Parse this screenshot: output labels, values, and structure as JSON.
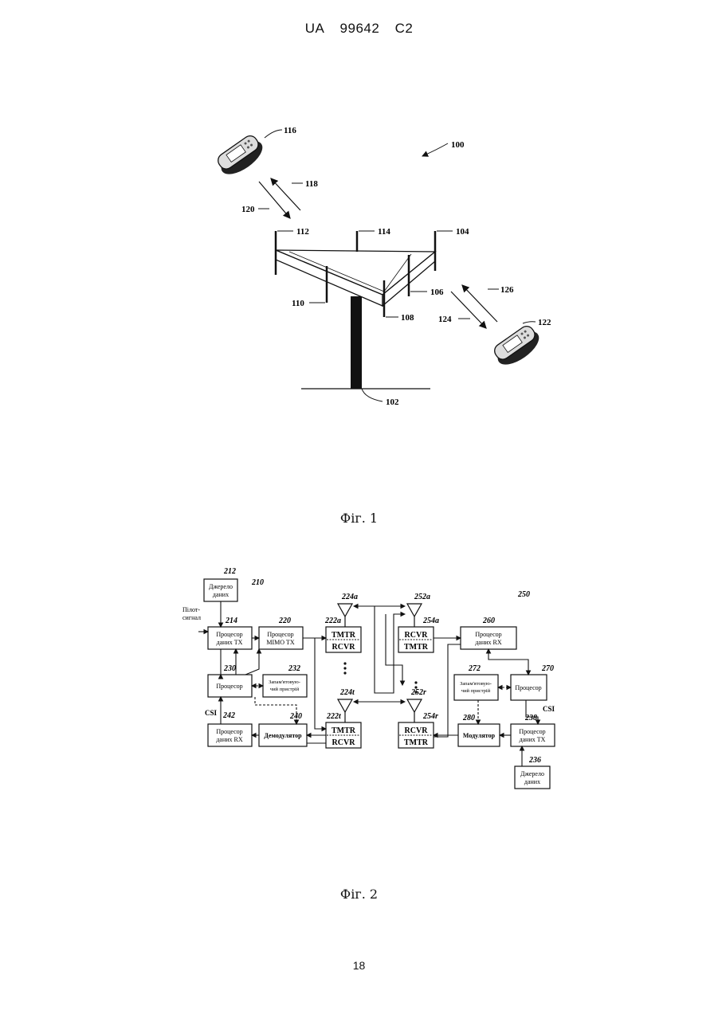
{
  "header": {
    "country": "UA",
    "number": "99642",
    "kind": "C2"
  },
  "figure1": {
    "caption": "Фіг. 1",
    "labels": {
      "r100": "100",
      "r102": "102",
      "r104": "104",
      "r106": "106",
      "r108": "108",
      "r110": "110",
      "r112": "112",
      "r114": "114",
      "r116": "116",
      "r118": "118",
      "r120": "120",
      "r122": "122",
      "r124": "124",
      "r126": "126"
    }
  },
  "figure2": {
    "caption": "Фіг. 2",
    "refs": {
      "r210": "210",
      "r212": "212",
      "r214": "214",
      "r220": "220",
      "r222a": "222a",
      "r222t": "222t",
      "r224a": "224a",
      "r224t": "224t",
      "r230": "230",
      "r232": "232",
      "r240": "240",
      "r242": "242",
      "r250": "250",
      "r252a": "252a",
      "r252r": "252r",
      "r254a": "254a",
      "r254r": "254r",
      "r260": "260",
      "r270": "270",
      "r272": "272",
      "r280": "280",
      "r238": "238",
      "r236": "236"
    },
    "blocks": {
      "data_source_l1": "Джерело",
      "data_source_l2": "даних",
      "pilot_l1": "Пілот-",
      "pilot_l2": "сигнал",
      "tx_data_proc_l1": "Процесор",
      "tx_data_proc_l2": "даних TX",
      "tx_mimo_proc_l1": "Процесор",
      "tx_mimo_proc_l2": "MIMO TX",
      "processor": "Процесор",
      "memory_l1": "Запам'ятовую-",
      "memory_l2": "чий пристрій",
      "rx_data_proc_l1": "Процесор",
      "rx_data_proc_l2": "даних RX",
      "demodulator": "Демодулятор",
      "modulator": "Модулятор",
      "tmtr": "TMTR",
      "rcvr": "RCVR",
      "csi": "CSI"
    }
  },
  "page_number": "18"
}
